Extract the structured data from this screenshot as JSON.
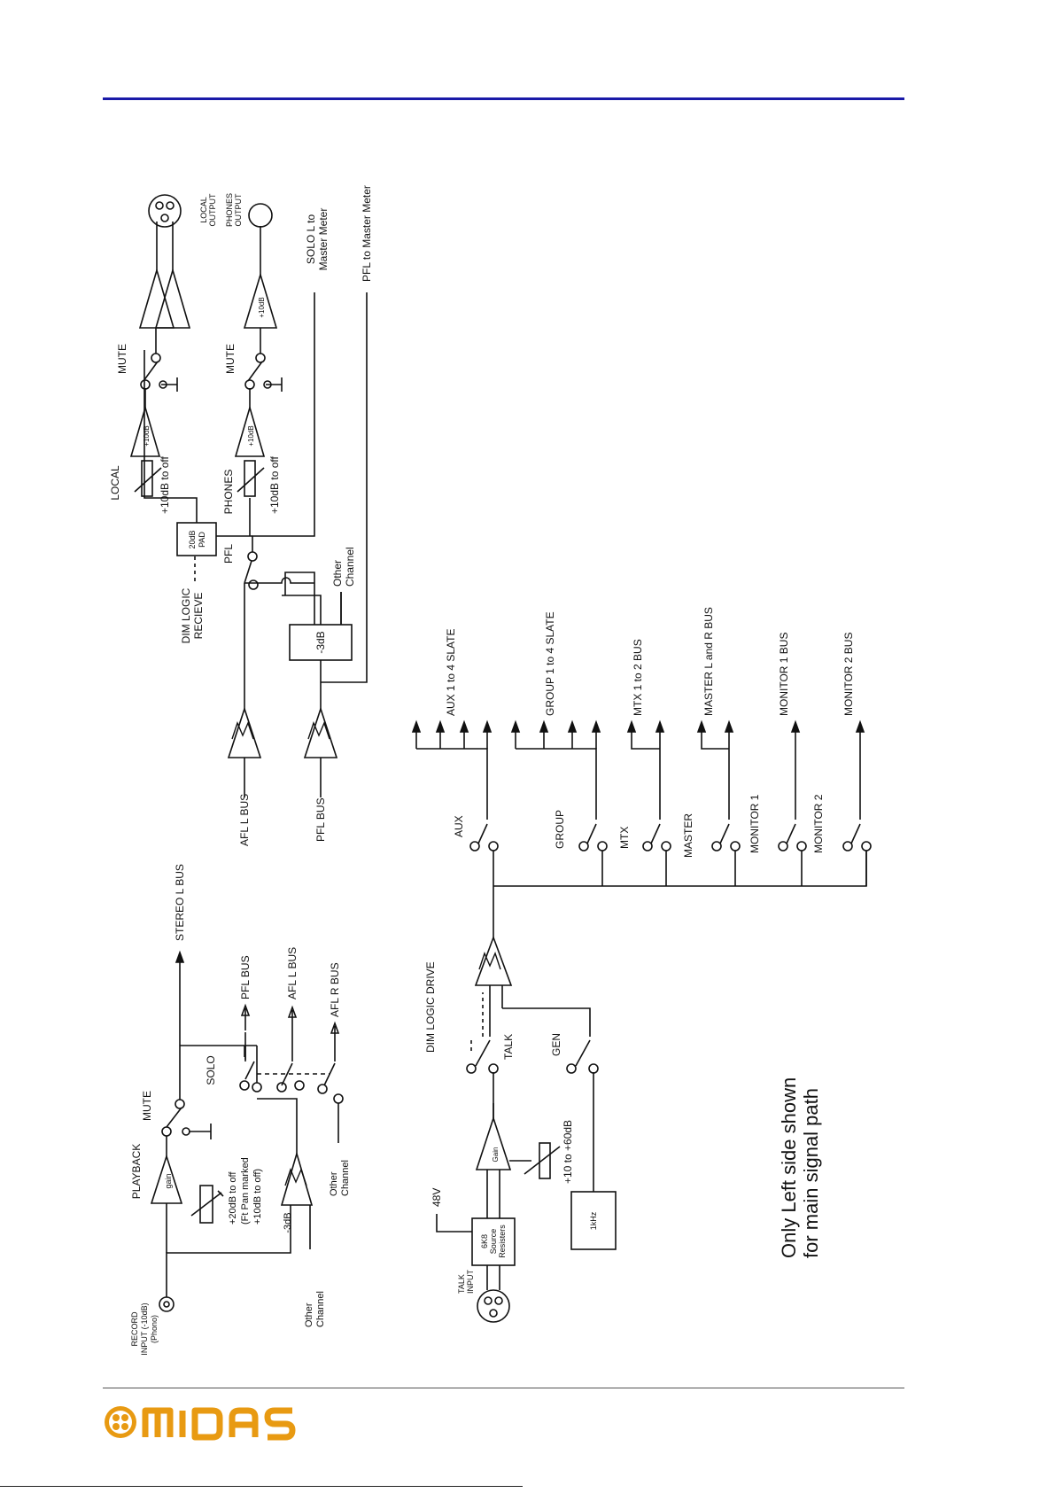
{
  "brand": {
    "name": "MIDAS",
    "color": "#e89a12"
  },
  "accent_rule_color": "#1a1aa8",
  "labels": {
    "record_input": "RECORD",
    "record_input_2": "INPUT (-10dB)",
    "record_input_3": "(Phono)",
    "playback": "PLAYBACK",
    "gain": "gain",
    "mute1": "MUTE",
    "stereo_l_bus": "STEREO L BUS",
    "solo": "SOLO",
    "pfl_bus_a": "PFL BUS",
    "afl_l_bus_a": "AFL L BUS",
    "afl_r_bus_a": "AFL R BUS",
    "pb_range_1": "+20dB to off",
    "pb_range_2": "(Ft Pan marked",
    "pb_range_3": "+10dB to off)",
    "minus3db_a": "-3dB",
    "other_channel_a1": "Other",
    "other_channel_a2": "Channel",
    "other_channel_b1": "Other",
    "other_channel_b2": "Channel",
    "afl_l_bus_b": "AFL L BUS",
    "pfl_bus_b": "PFL BUS",
    "dim_logic_recieve_1": "DIM LOGIC",
    "dim_logic_recieve_2": "RECIEVE",
    "pad_1": "20dB",
    "pad_2": "PAD",
    "pfl": "PFL",
    "local": "LOCAL",
    "local_range": "+10dB to off",
    "phones": "PHONES",
    "phones_range": "+10dB to off",
    "plus10db_1": "+10dB",
    "plus10db_2": "+10dB",
    "plus10db_3": "+10dB",
    "mute2": "MUTE",
    "mute3": "MUTE",
    "local_output_1": "LOCAL",
    "local_output_2": "OUTPUT",
    "phones_output_1": "PHONES",
    "phones_output_2": "OUTPUT",
    "minus3db_b": "-3dB",
    "other_channel_c1": "Other",
    "other_channel_c2": "Channel",
    "solo_l_meter_1": "SOLO L to",
    "solo_l_meter_2": "Master Meter",
    "pfl_master_meter": "PFL to Master Meter",
    "talk_input_1": "TALK",
    "talk_input_2": "INPUT",
    "source_1": "6K8",
    "source_2": "Source",
    "source_3": "Resisters",
    "v48": "48V",
    "talk_gain": "Gain",
    "talk_range": "+10 to +60dB",
    "khz": "1kHz",
    "dim_logic_drive": "DIM LOGIC DRIVE",
    "talk": "TALK",
    "gen": "GEN",
    "aux": "AUX",
    "group": "GROUP",
    "mtx": "MTX",
    "master": "MASTER",
    "monitor1": "MONITOR 1",
    "monitor2": "MONITOR 2",
    "aux_slate": "AUX 1 to 4 SLATE",
    "group_slate": "GROUP 1 to 4 SLATE",
    "mtx_bus": "MTX 1 to 2 BUS",
    "master_bus": "MASTER L and R BUS",
    "monitor1_bus": "MONITOR 1 BUS",
    "monitor2_bus": "MONITOR 2 BUS",
    "note_1": "Only Left side shown",
    "note_2": "for main signal path"
  }
}
